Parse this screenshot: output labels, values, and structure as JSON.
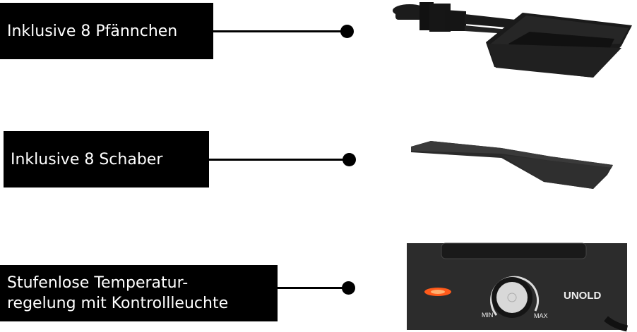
{
  "features": [
    {
      "label": "Inklusive 8 Pfännchen",
      "image": "raclette-pan"
    },
    {
      "label": "Inklusive 8 Schaber",
      "image": "scraper"
    },
    {
      "label_lines": [
        "Stufenlose Temperatur-",
        "regelung mit Kontrollleuchte"
      ],
      "image": "control-panel"
    }
  ],
  "control_panel": {
    "min_label": "MIN",
    "max_label": "MAX",
    "brand": "UNOLD",
    "indicator_color": "#ff5a1a"
  }
}
